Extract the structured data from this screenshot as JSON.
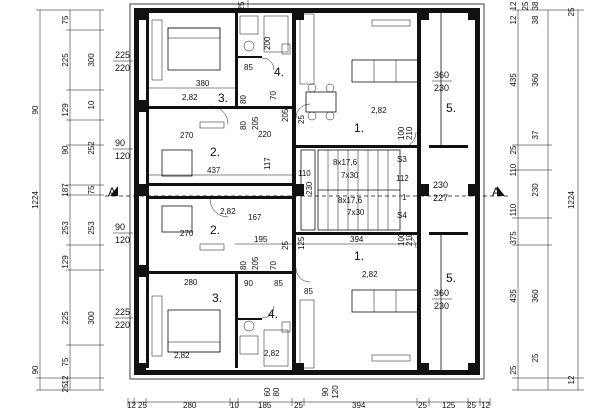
{
  "colors": {
    "line": "#111111",
    "background": "#ffffff"
  },
  "top_dims": {
    "left1": "25",
    "right1": "12",
    "right2": "38",
    "right3": "25"
  },
  "left_outer_dims": {
    "total": "1224",
    "a": "90",
    "b": "90",
    "c": "90"
  },
  "left_inner_dims": [
    "75",
    "225",
    "129",
    "90",
    "187",
    "253",
    "129",
    "225",
    "75",
    "12",
    "25"
  ],
  "left_col2_dims": [
    "300",
    "10",
    "252",
    "75",
    "253",
    "300"
  ],
  "right_inner_dims": [
    "360",
    "435",
    "25",
    "37",
    "110",
    "230",
    "110",
    "375",
    "25",
    "360",
    "435",
    "25",
    "12",
    "38"
  ],
  "right_outer_dims": {
    "total": "1224",
    "a": "12",
    "b": "25"
  },
  "bottom_dims": [
    "12",
    "25",
    "280",
    "10",
    "185",
    "25",
    "394",
    "25",
    "125",
    "25",
    "12"
  ],
  "bottom_v_dims": [
    "60",
    "80",
    "90",
    "120"
  ],
  "rooms": {
    "r1_top": "1.",
    "r2_top": "2.",
    "r3_top": "3.",
    "r4_top": "4.",
    "r5_top": "5.",
    "r1_bot": "1.",
    "r2_bot": "2.",
    "r3_bot": "3.",
    "r4_bot": "4.",
    "r5_bot": "5."
  },
  "window_marks": {
    "w_top_left": [
      "225",
      "220"
    ],
    "w_mid_left1": [
      "90",
      "120"
    ],
    "w_mid_left2": [
      "90",
      "120"
    ],
    "w_bot_left": [
      "225",
      "220"
    ],
    "w_top_right": [
      "360",
      "230"
    ],
    "w_bot_right": [
      "360",
      "230"
    ],
    "w_mid_right": [
      "230",
      "227"
    ]
  },
  "interior_dims": {
    "d380": "380",
    "d270a": "270",
    "d437": "437",
    "d270b": "270",
    "d280": "280",
    "d195": "195",
    "d394": "394",
    "d117": "117",
    "d167": "167",
    "d220": "220",
    "d230": "230",
    "d112": "112",
    "d110": "110",
    "d80a": "80",
    "d80b": "80",
    "d205a": "205",
    "d205b": "205",
    "d70a": "70",
    "d70b": "70",
    "d85a": "85",
    "d85b": "85",
    "d200": "200",
    "d60": "60",
    "d25a": "25",
    "d25b": "25",
    "d125": "125",
    "d85c": "85",
    "d90": "90",
    "d100a": "100",
    "d100b": "100",
    "d210a": "210",
    "d210b": "210",
    "d205c": "205",
    "d80c": "80"
  },
  "stairs": {
    "s3_label": "S3",
    "s4_label": "S4",
    "top_run": "8x17,6",
    "top_tread": "7x30",
    "bot_run": "8x17,6",
    "bot_tread": "7x30"
  },
  "levels": [
    "2,82",
    "2,82",
    "2,82",
    "2,82",
    "2,82",
    "2,82"
  ],
  "section_marks": {
    "left": "A",
    "right": "A",
    "axis_1": "1"
  }
}
